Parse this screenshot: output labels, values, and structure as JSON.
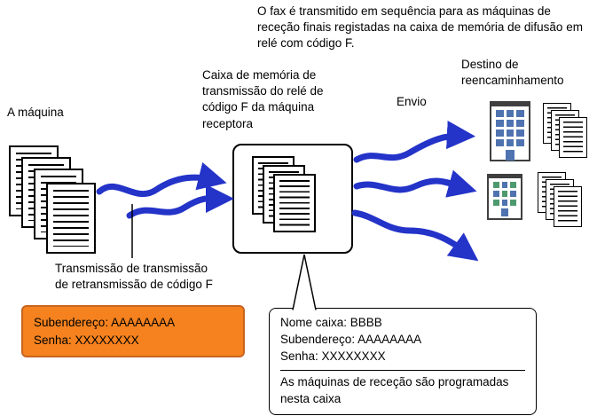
{
  "colors": {
    "arrow_blue": "#2433c8",
    "orange_box_bg": "#f5821f",
    "orange_box_border": "#c8641e",
    "building_outline": "#3f3f3f",
    "window_blue": "#4f73b0",
    "window_green": "#4e9a6f"
  },
  "icons": {
    "document_stack": "stacked-pages-with-text-lines",
    "office_building_blue": "building-with-blue-windows",
    "office_building_green": "building-with-green-windows",
    "relay_memory_box": "rounded-rectangle-containing-document-stack",
    "blue_wavy_arrow": "thick-blue-s-curve-arrow"
  },
  "labels": {
    "top_note": "O fax é transmitido em sequência para as máquinas de receção finais registadas na caixa de memória de difusão em relé com código F.",
    "machine": "A máquina",
    "relay_box": "Caixa de memória de transmissão do relé de código F da máquina receptora",
    "destination": "Destino de reencaminhamento",
    "send": "Envio",
    "transmission_caption": "Transmissão de transmissão de retransmissão de código F"
  },
  "orange_box": {
    "subaddress": "Subendereço: AAAAAAAA",
    "password": "Senha: XXXXXXXX"
  },
  "callout": {
    "box_name": "Nome caixa: BBBB",
    "subaddress": "Subendereço: AAAAAAAA",
    "password": "Senha: XXXXXXXX",
    "note": "As máquinas de receção são programadas nesta caixa"
  }
}
